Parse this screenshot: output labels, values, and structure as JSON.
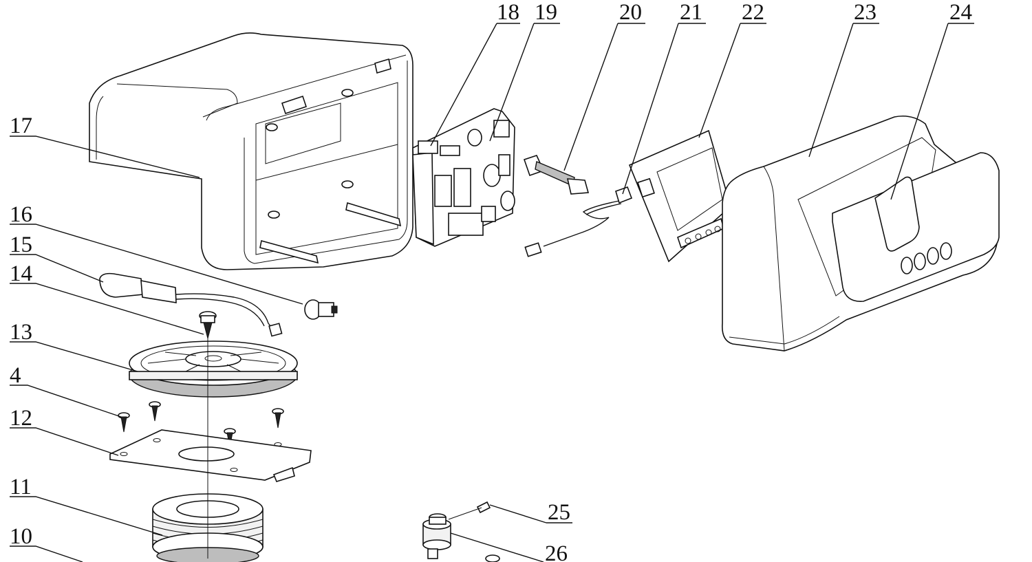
{
  "callouts": [
    "18",
    "19",
    "20",
    "21",
    "22",
    "23",
    "24",
    "17",
    "16",
    "15",
    "14",
    "13",
    "4",
    "12",
    "11",
    "10",
    "25",
    "26"
  ]
}
